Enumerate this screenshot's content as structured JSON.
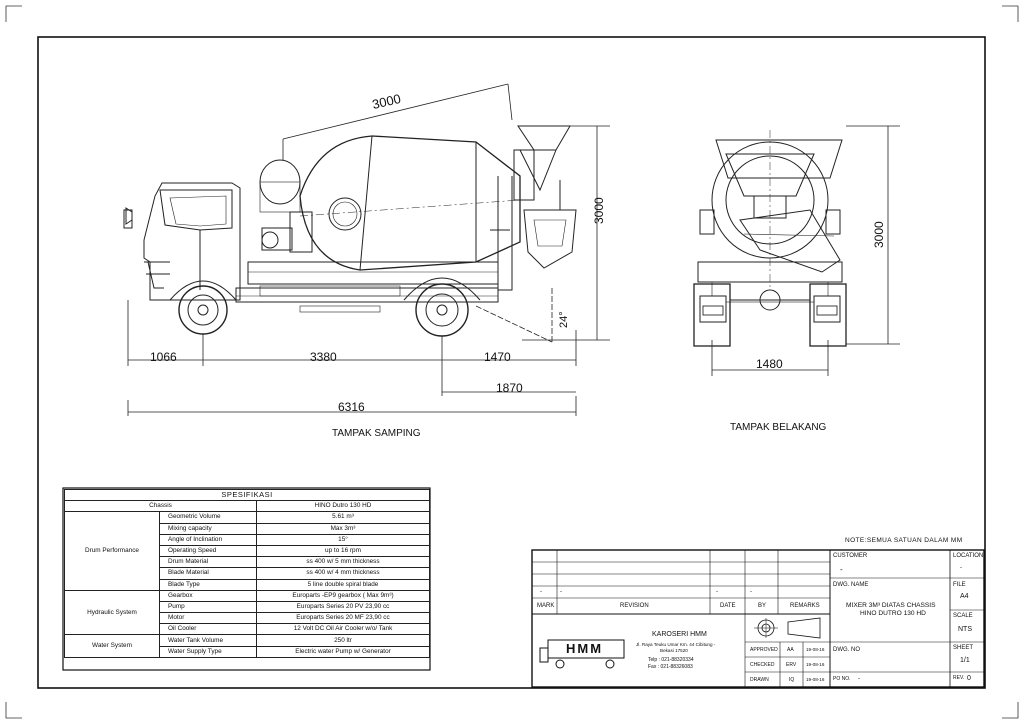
{
  "views": {
    "side_title": "TAMPAK SAMPING",
    "rear_title": "TAMPAK BELAKANG"
  },
  "dimensions": {
    "drum_length": "3000",
    "overall_height_side": "3000",
    "front_overhang": "1066",
    "wheelbase": "3380",
    "rear_overhang": "1470",
    "rear_to_drum": "1870",
    "overall_length": "6316",
    "tilt_angle": "24°",
    "overall_height_rear": "3000",
    "rear_track": "1480"
  },
  "note": "NOTE:SEMUA SATUAN DALAM MM",
  "spec": {
    "title": "SPESIFIKASI",
    "chassis_label": "Chassis",
    "chassis_value": "HINO Dutro 130 HD",
    "groups": [
      {
        "name": "Drum Performance",
        "rows": [
          {
            "item": "Geometric Volume",
            "value": "5.61 m³"
          },
          {
            "item": "Mixing capacity",
            "value": "Max 3m³"
          },
          {
            "item": "Angle of Inclination",
            "value": "15°"
          },
          {
            "item": "Operating Speed",
            "value": "up to 16 rpm"
          },
          {
            "item": "Drum Material",
            "value": "ss 400 w/ 5 mm thickness"
          },
          {
            "item": "Blade Material",
            "value": "ss 400 w/ 4 mm thickness"
          },
          {
            "item": "Blade Type",
            "value": "5 line double spiral blade"
          }
        ]
      },
      {
        "name": "Hydraulic System",
        "rows": [
          {
            "item": "Gearbox",
            "value": "Europarts -EP9 gearbox  ( Max 9m³)"
          },
          {
            "item": "Pump",
            "value": "Europarts Series 20 PV 23,90 cc"
          },
          {
            "item": "Motor",
            "value": "Europarts Series 20 MF 23,90 cc"
          },
          {
            "item": "Oil Cooler",
            "value": "12 Volt DC Oil Air Cooler w/o/ Tank"
          }
        ]
      },
      {
        "name": "Water System",
        "rows": [
          {
            "item": "Water Tank Volume",
            "value": "250 ltr"
          },
          {
            "item": "Water Supply Type",
            "value": "Electric water Pump w/ Generator"
          }
        ]
      }
    ]
  },
  "title_block": {
    "rev_headers": {
      "mark": "MARK",
      "revision": "REVISION",
      "date": "DATE",
      "by": "BY",
      "remarks": "REMARKS"
    },
    "rev_dashes": [
      "-",
      "-",
      "-",
      "-"
    ],
    "company": {
      "logo_text": "HMM",
      "name": "KAROSERI HMM",
      "address1": "Jl. Raya Teuku Umar Km. 44 Cibitung -",
      "address2": "Bekasi 17520",
      "phone": "Telp : 021-88320334",
      "fax": "Fax : 021-88326083"
    },
    "approvals": [
      {
        "label": "APPROVED",
        "by": "AA",
        "date": "19-08-16"
      },
      {
        "label": "CHECKED",
        "by": "ERV",
        "date": "19-08-16"
      },
      {
        "label": "DRAWN",
        "by": "IQ",
        "date": "19-08-16"
      }
    ],
    "customer_label": "CUSTOMER",
    "customer_value": "-",
    "dwg_name_label": "DWG. NAME",
    "dwg_name_line1": "MIXER 3M³ DIATAS CHASSIS",
    "dwg_name_line2": "HINO DUTRO 130 HD",
    "dwg_no_label": "DWG. NO",
    "po_label": "PO NO.",
    "po_value": "-",
    "location_label": "LOCATION",
    "location_value": "-",
    "file_label": "FILE",
    "file_value": "A4",
    "scale_label": "SCALE",
    "scale_value": "NTS",
    "sheet_label": "SHEET",
    "sheet_value": "1/1",
    "rev_label": "REV.",
    "rev_value": "0"
  }
}
